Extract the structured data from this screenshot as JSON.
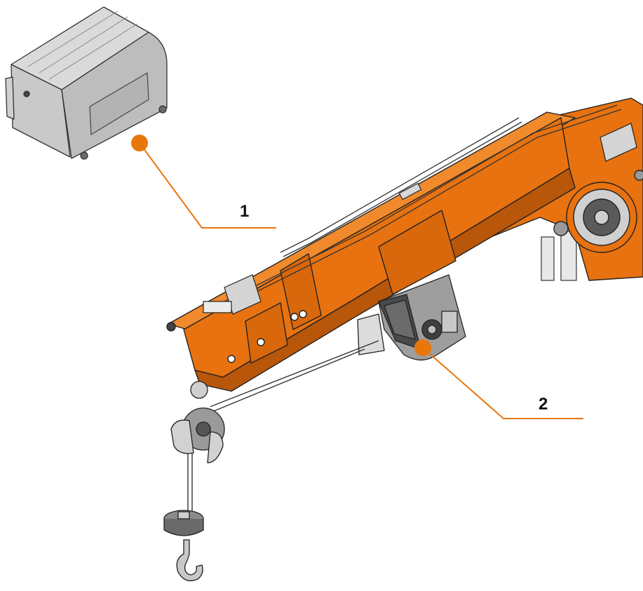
{
  "callouts": [
    {
      "label": "1",
      "part": "cover-box"
    },
    {
      "label": "2",
      "part": "winch"
    }
  ],
  "colors": {
    "boom": "#E8720F",
    "boom_shadow": "#B8560A",
    "callout": "#E8760A",
    "steel": "#BEBEBE",
    "dark": "#3A3A3A",
    "line": "#111111"
  }
}
